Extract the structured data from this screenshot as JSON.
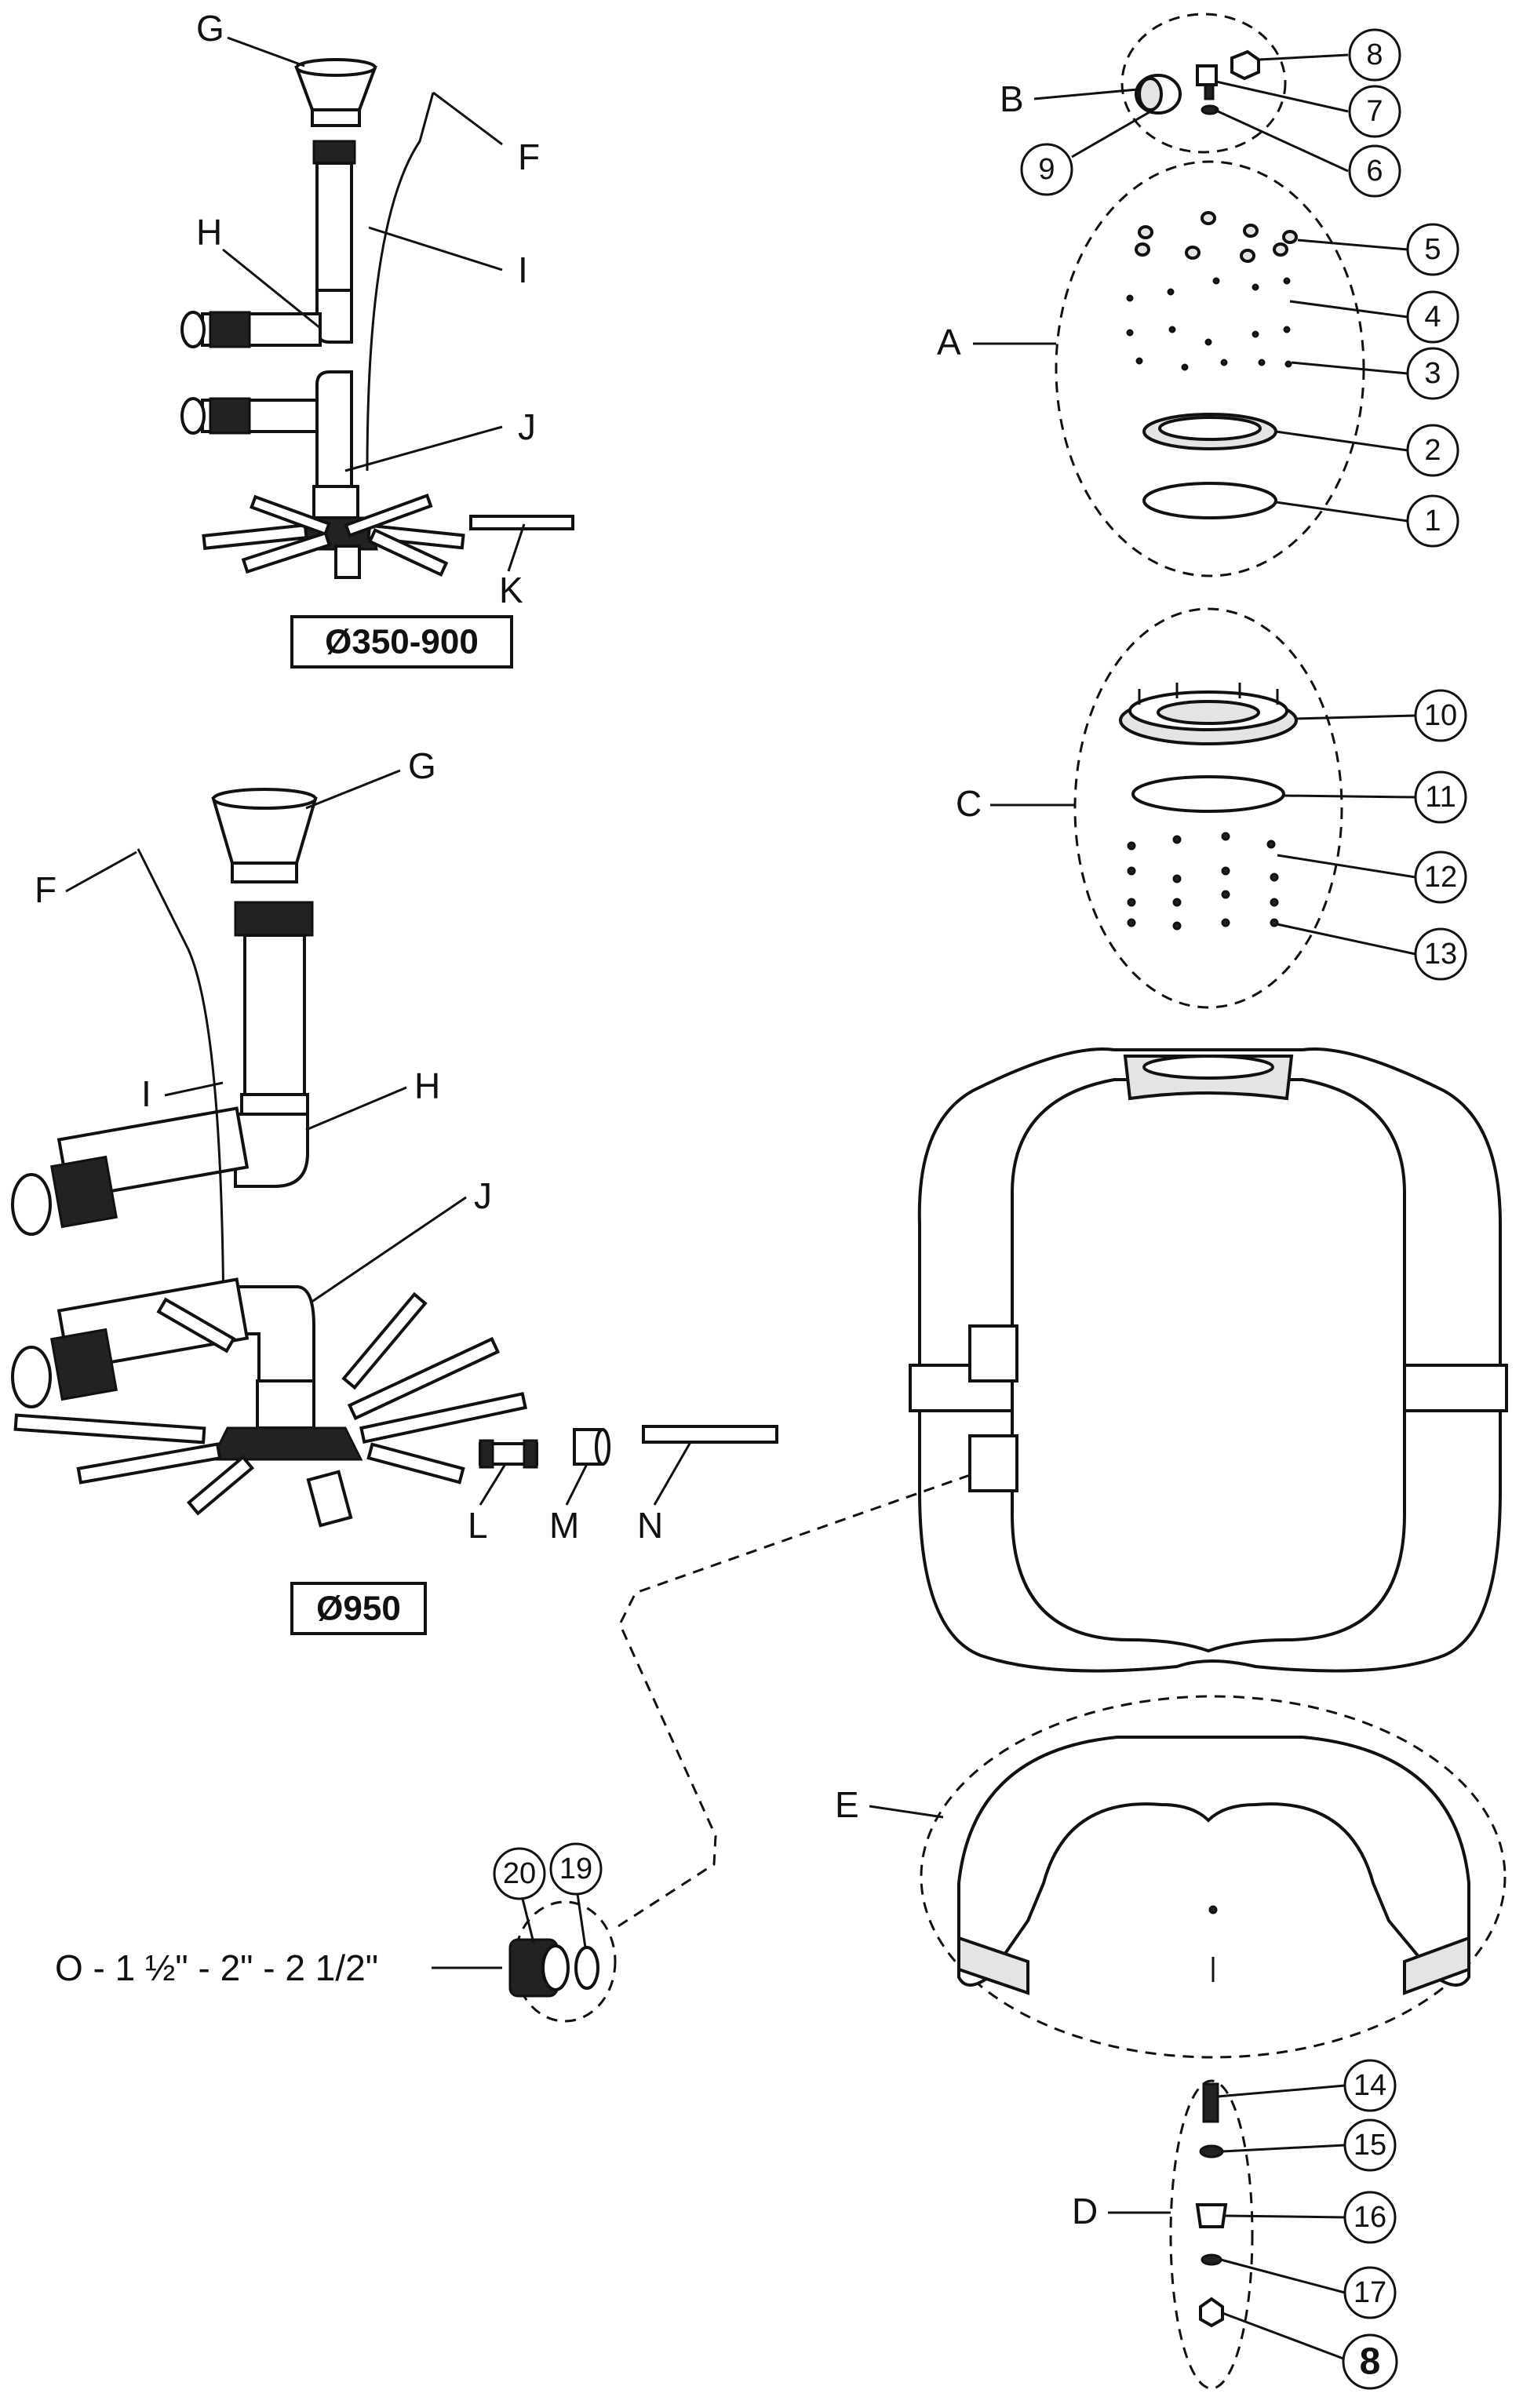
{
  "sections": {
    "top_variant": "Ø350-900",
    "bottom_variant": "Ø950"
  },
  "letters": {
    "A": "A",
    "B": "B",
    "C": "C",
    "D": "D",
    "E": "E",
    "F": "F",
    "G": "G",
    "H": "H",
    "I": "I",
    "J": "J",
    "K": "K",
    "L": "L",
    "M": "M",
    "N": "N"
  },
  "callouts": {
    "n1": "1",
    "n2": "2",
    "n3": "3",
    "n4": "4",
    "n5": "5",
    "n6": "6",
    "n7": "7",
    "n8": "8",
    "n9": "9",
    "n10": "10",
    "n11": "11",
    "n12": "12",
    "n13": "13",
    "n14": "14",
    "n15": "15",
    "n16": "16",
    "n17": "17",
    "n8_bold": "8",
    "n19": "19",
    "n20": "20"
  },
  "connection_label": "O - 1 ½\" - 2\" - 2 1/2\""
}
